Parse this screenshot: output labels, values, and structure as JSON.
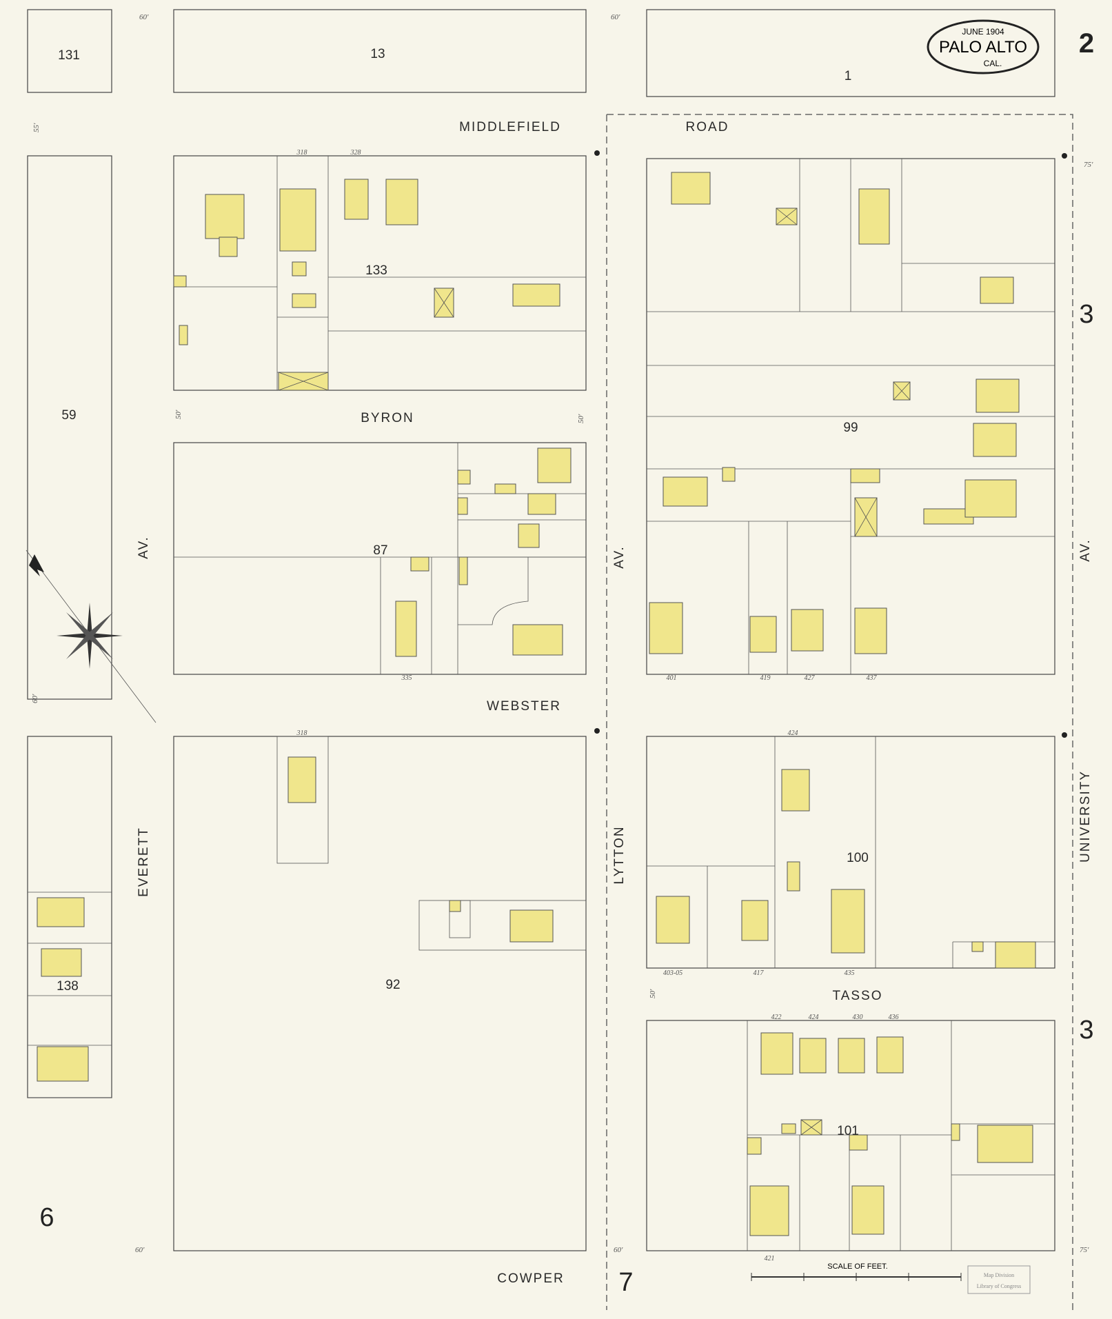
{
  "title_cartouche": {
    "date": "JUNE 1904",
    "city": "PALO ALTO",
    "state": "CAL."
  },
  "sheet_number": "2",
  "adjacent_sheets": {
    "east_top": "3",
    "east_bottom": "3",
    "west_bottom": "6",
    "south": "7"
  },
  "streets": {
    "middlefield": "MIDDLEFIELD",
    "road": "ROAD",
    "byron": "BYRON",
    "webster": "WEBSTER",
    "cowper": "COWPER",
    "tasso": "TASSO",
    "everett": "EVERETT",
    "everett_av": "AV.",
    "lytton": "LYTTON",
    "lytton_av": "AV.",
    "university": "UNIVERSITY",
    "university_av": "AV."
  },
  "blocks": {
    "b131": "131",
    "b13": "13",
    "b1": "1",
    "b133": "133",
    "b59": "59",
    "b87": "87",
    "b99": "99",
    "b92": "92",
    "b100": "100",
    "b138": "138",
    "b101": "101"
  },
  "addresses": {
    "a318a": "318",
    "a328": "328",
    "a318b": "318",
    "a335": "335",
    "a401": "401",
    "a419": "419",
    "a427": "427",
    "a437": "437",
    "a424a": "424",
    "a403": "403-05",
    "a417": "417",
    "a435": "435",
    "a422": "422",
    "a424b": "424",
    "a430": "430",
    "a436": "436",
    "a421": "421"
  },
  "widths": {
    "w60a": "60'",
    "w60b": "60'",
    "w60c": "60'",
    "w60d": "60'",
    "w60e": "60'",
    "w50a": "50'",
    "w50b": "50'",
    "w50c": "50'",
    "w75a": "75'",
    "w75b": "75'",
    "w55": "55'"
  },
  "scale": {
    "label": "SCALE OF FEET."
  },
  "stamp": {
    "line1": "Map Division",
    "line2": "Library of Congress"
  }
}
